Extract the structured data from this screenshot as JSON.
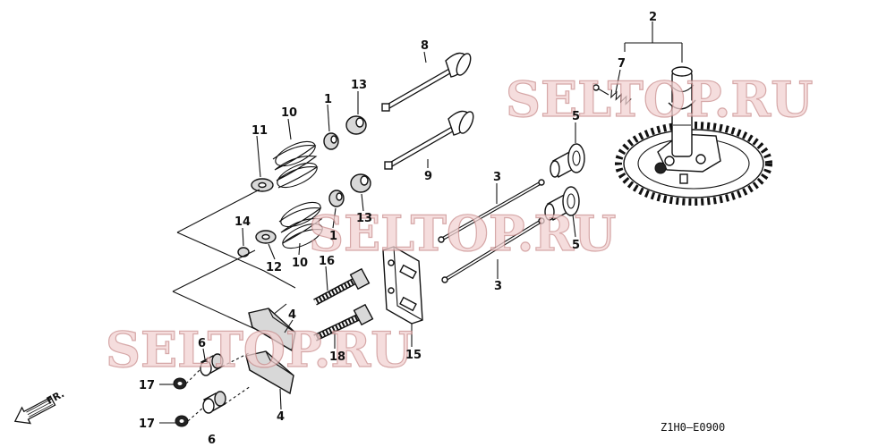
{
  "labels": {
    "p1a": "1",
    "p1b": "1",
    "p2": "2",
    "p3a": "3",
    "p3b": "3",
    "p4a": "4",
    "p4b": "4",
    "p5a": "5",
    "p5b": "5",
    "p6a": "6",
    "p6b": "6",
    "p7": "7",
    "p8": "8",
    "p9": "9",
    "p10a": "10",
    "p10b": "10",
    "p11": "11",
    "p12": "12",
    "p13a": "13",
    "p13b": "13",
    "p14": "14",
    "p15": "15",
    "p16": "16",
    "p17a": "17",
    "p17b": "17",
    "p18": "18"
  },
  "diagram_code": "Z1H0—E0900",
  "front_indicator": "FR.",
  "watermarks": [
    "SELTOP.RU",
    "SELTOP.RU",
    "SELTOP.RU"
  ]
}
